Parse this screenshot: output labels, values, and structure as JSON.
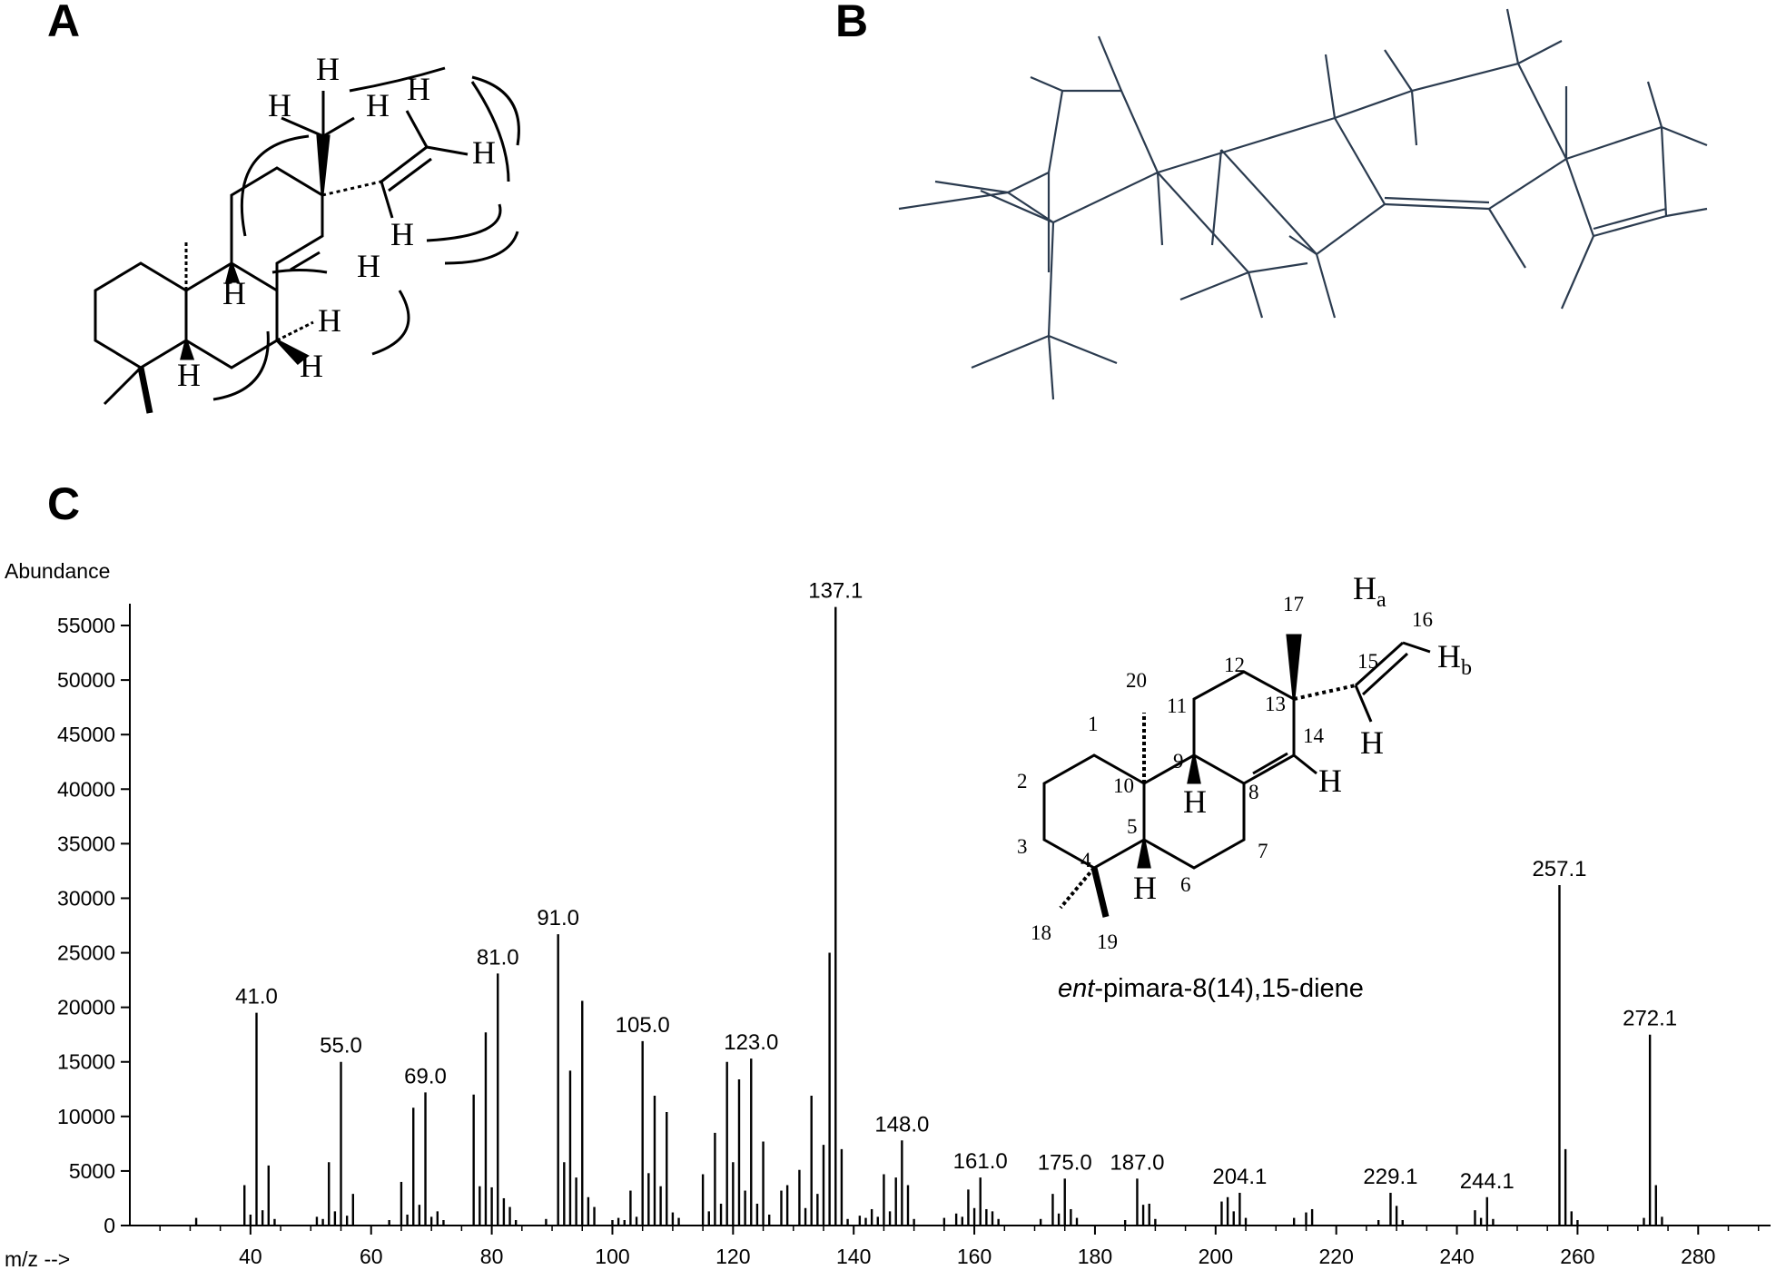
{
  "panels": [
    "A",
    "B",
    "C"
  ],
  "panel_a": {
    "h_label": "H"
  },
  "compound": {
    "name_italic": "ent",
    "name_rest": "-pimara-8(14),15-diene",
    "carbon_numbers": [
      "1",
      "2",
      "3",
      "4",
      "5",
      "6",
      "7",
      "8",
      "9",
      "10",
      "11",
      "12",
      "13",
      "14",
      "15",
      "16",
      "17",
      "18",
      "19",
      "20"
    ],
    "h_label": "H",
    "sub_a": "a",
    "sub_b": "b"
  },
  "chart_data": {
    "type": "bar",
    "ylabel": "Abundance",
    "xlabel": "m/z -->",
    "xlim": [
      20,
      292
    ],
    "ylim": [
      0,
      57000
    ],
    "xticks": [
      40,
      60,
      80,
      100,
      120,
      140,
      160,
      180,
      200,
      220,
      240,
      260,
      280
    ],
    "yticks": [
      0,
      5000,
      10000,
      15000,
      20000,
      25000,
      30000,
      35000,
      40000,
      45000,
      50000,
      55000
    ],
    "peaks": [
      {
        "mz": 31,
        "abundance": 700
      },
      {
        "mz": 39,
        "abundance": 3700
      },
      {
        "mz": 40,
        "abundance": 1000
      },
      {
        "mz": 41,
        "abundance": 19500,
        "label": "41.0"
      },
      {
        "mz": 42,
        "abundance": 1400
      },
      {
        "mz": 43,
        "abundance": 5500
      },
      {
        "mz": 44,
        "abundance": 600
      },
      {
        "mz": 51,
        "abundance": 800
      },
      {
        "mz": 52,
        "abundance": 600
      },
      {
        "mz": 53,
        "abundance": 5800
      },
      {
        "mz": 54,
        "abundance": 1300
      },
      {
        "mz": 55,
        "abundance": 15000,
        "label": "55.0"
      },
      {
        "mz": 56,
        "abundance": 900
      },
      {
        "mz": 57,
        "abundance": 2900
      },
      {
        "mz": 63,
        "abundance": 500
      },
      {
        "mz": 65,
        "abundance": 4000
      },
      {
        "mz": 66,
        "abundance": 1000
      },
      {
        "mz": 67,
        "abundance": 10800
      },
      {
        "mz": 68,
        "abundance": 1900
      },
      {
        "mz": 69,
        "abundance": 12200,
        "label": "69.0"
      },
      {
        "mz": 70,
        "abundance": 800
      },
      {
        "mz": 71,
        "abundance": 1300
      },
      {
        "mz": 72,
        "abundance": 500
      },
      {
        "mz": 77,
        "abundance": 12000
      },
      {
        "mz": 78,
        "abundance": 3600
      },
      {
        "mz": 79,
        "abundance": 17700
      },
      {
        "mz": 80,
        "abundance": 3500
      },
      {
        "mz": 81,
        "abundance": 23100,
        "label": "81.0"
      },
      {
        "mz": 82,
        "abundance": 2500
      },
      {
        "mz": 83,
        "abundance": 1700
      },
      {
        "mz": 84,
        "abundance": 500
      },
      {
        "mz": 89,
        "abundance": 600
      },
      {
        "mz": 91,
        "abundance": 26700,
        "label": "91.0"
      },
      {
        "mz": 92,
        "abundance": 5800
      },
      {
        "mz": 93,
        "abundance": 14200
      },
      {
        "mz": 94,
        "abundance": 4400
      },
      {
        "mz": 95,
        "abundance": 20600
      },
      {
        "mz": 96,
        "abundance": 2600
      },
      {
        "mz": 97,
        "abundance": 1700
      },
      {
        "mz": 100,
        "abundance": 500
      },
      {
        "mz": 101,
        "abundance": 700
      },
      {
        "mz": 102,
        "abundance": 500
      },
      {
        "mz": 103,
        "abundance": 3200
      },
      {
        "mz": 104,
        "abundance": 800
      },
      {
        "mz": 105,
        "abundance": 16900,
        "label": "105.0"
      },
      {
        "mz": 106,
        "abundance": 4800
      },
      {
        "mz": 107,
        "abundance": 11900
      },
      {
        "mz": 108,
        "abundance": 3600
      },
      {
        "mz": 109,
        "abundance": 10400
      },
      {
        "mz": 110,
        "abundance": 1200
      },
      {
        "mz": 111,
        "abundance": 700
      },
      {
        "mz": 115,
        "abundance": 4700
      },
      {
        "mz": 116,
        "abundance": 1300
      },
      {
        "mz": 117,
        "abundance": 8500
      },
      {
        "mz": 118,
        "abundance": 2000
      },
      {
        "mz": 119,
        "abundance": 15000
      },
      {
        "mz": 120,
        "abundance": 5800
      },
      {
        "mz": 121,
        "abundance": 13400
      },
      {
        "mz": 122,
        "abundance": 3200
      },
      {
        "mz": 123,
        "abundance": 15300,
        "label": "123.0"
      },
      {
        "mz": 124,
        "abundance": 2000
      },
      {
        "mz": 125,
        "abundance": 7700
      },
      {
        "mz": 126,
        "abundance": 1000
      },
      {
        "mz": 128,
        "abundance": 3200
      },
      {
        "mz": 129,
        "abundance": 3700
      },
      {
        "mz": 131,
        "abundance": 5100
      },
      {
        "mz": 132,
        "abundance": 1600
      },
      {
        "mz": 133,
        "abundance": 11900
      },
      {
        "mz": 134,
        "abundance": 2900
      },
      {
        "mz": 135,
        "abundance": 7400
      },
      {
        "mz": 136,
        "abundance": 25000
      },
      {
        "mz": 137,
        "abundance": 56700,
        "label": "137.1"
      },
      {
        "mz": 138,
        "abundance": 7000
      },
      {
        "mz": 139,
        "abundance": 600
      },
      {
        "mz": 141,
        "abundance": 900
      },
      {
        "mz": 142,
        "abundance": 700
      },
      {
        "mz": 143,
        "abundance": 1500
      },
      {
        "mz": 144,
        "abundance": 800
      },
      {
        "mz": 145,
        "abundance": 4700
      },
      {
        "mz": 146,
        "abundance": 1300
      },
      {
        "mz": 147,
        "abundance": 4400
      },
      {
        "mz": 148,
        "abundance": 7800,
        "label": "148.0"
      },
      {
        "mz": 149,
        "abundance": 3700
      },
      {
        "mz": 150,
        "abundance": 600
      },
      {
        "mz": 155,
        "abundance": 700
      },
      {
        "mz": 157,
        "abundance": 1100
      },
      {
        "mz": 158,
        "abundance": 800
      },
      {
        "mz": 159,
        "abundance": 3300
      },
      {
        "mz": 160,
        "abundance": 1600
      },
      {
        "mz": 161,
        "abundance": 4400,
        "label": "161.0"
      },
      {
        "mz": 162,
        "abundance": 1500
      },
      {
        "mz": 163,
        "abundance": 1300
      },
      {
        "mz": 164,
        "abundance": 600
      },
      {
        "mz": 171,
        "abundance": 600
      },
      {
        "mz": 173,
        "abundance": 2900
      },
      {
        "mz": 174,
        "abundance": 1100
      },
      {
        "mz": 175,
        "abundance": 4300,
        "label": "175.0"
      },
      {
        "mz": 176,
        "abundance": 1500
      },
      {
        "mz": 177,
        "abundance": 700
      },
      {
        "mz": 185,
        "abundance": 500
      },
      {
        "mz": 187,
        "abundance": 4300,
        "label": "187.0"
      },
      {
        "mz": 188,
        "abundance": 1900
      },
      {
        "mz": 189,
        "abundance": 2000
      },
      {
        "mz": 190,
        "abundance": 600
      },
      {
        "mz": 201,
        "abundance": 2200
      },
      {
        "mz": 202,
        "abundance": 2600
      },
      {
        "mz": 203,
        "abundance": 1300
      },
      {
        "mz": 204,
        "abundance": 3000,
        "label": "204.1"
      },
      {
        "mz": 205,
        "abundance": 700
      },
      {
        "mz": 213,
        "abundance": 700
      },
      {
        "mz": 215,
        "abundance": 1200
      },
      {
        "mz": 216,
        "abundance": 1500
      },
      {
        "mz": 227,
        "abundance": 500
      },
      {
        "mz": 229,
        "abundance": 3000,
        "label": "229.1"
      },
      {
        "mz": 230,
        "abundance": 1800
      },
      {
        "mz": 231,
        "abundance": 500
      },
      {
        "mz": 243,
        "abundance": 1400
      },
      {
        "mz": 244,
        "abundance": 700
      },
      {
        "mz": 245,
        "abundance": 2600,
        "label": "244.1"
      },
      {
        "mz": 246,
        "abundance": 600
      },
      {
        "mz": 257,
        "abundance": 31200,
        "label": "257.1"
      },
      {
        "mz": 258,
        "abundance": 7000
      },
      {
        "mz": 259,
        "abundance": 1300
      },
      {
        "mz": 260,
        "abundance": 500
      },
      {
        "mz": 271,
        "abundance": 700
      },
      {
        "mz": 272,
        "abundance": 17500,
        "label": "272.1"
      },
      {
        "mz": 273,
        "abundance": 3700
      },
      {
        "mz": 274,
        "abundance": 800
      }
    ]
  }
}
